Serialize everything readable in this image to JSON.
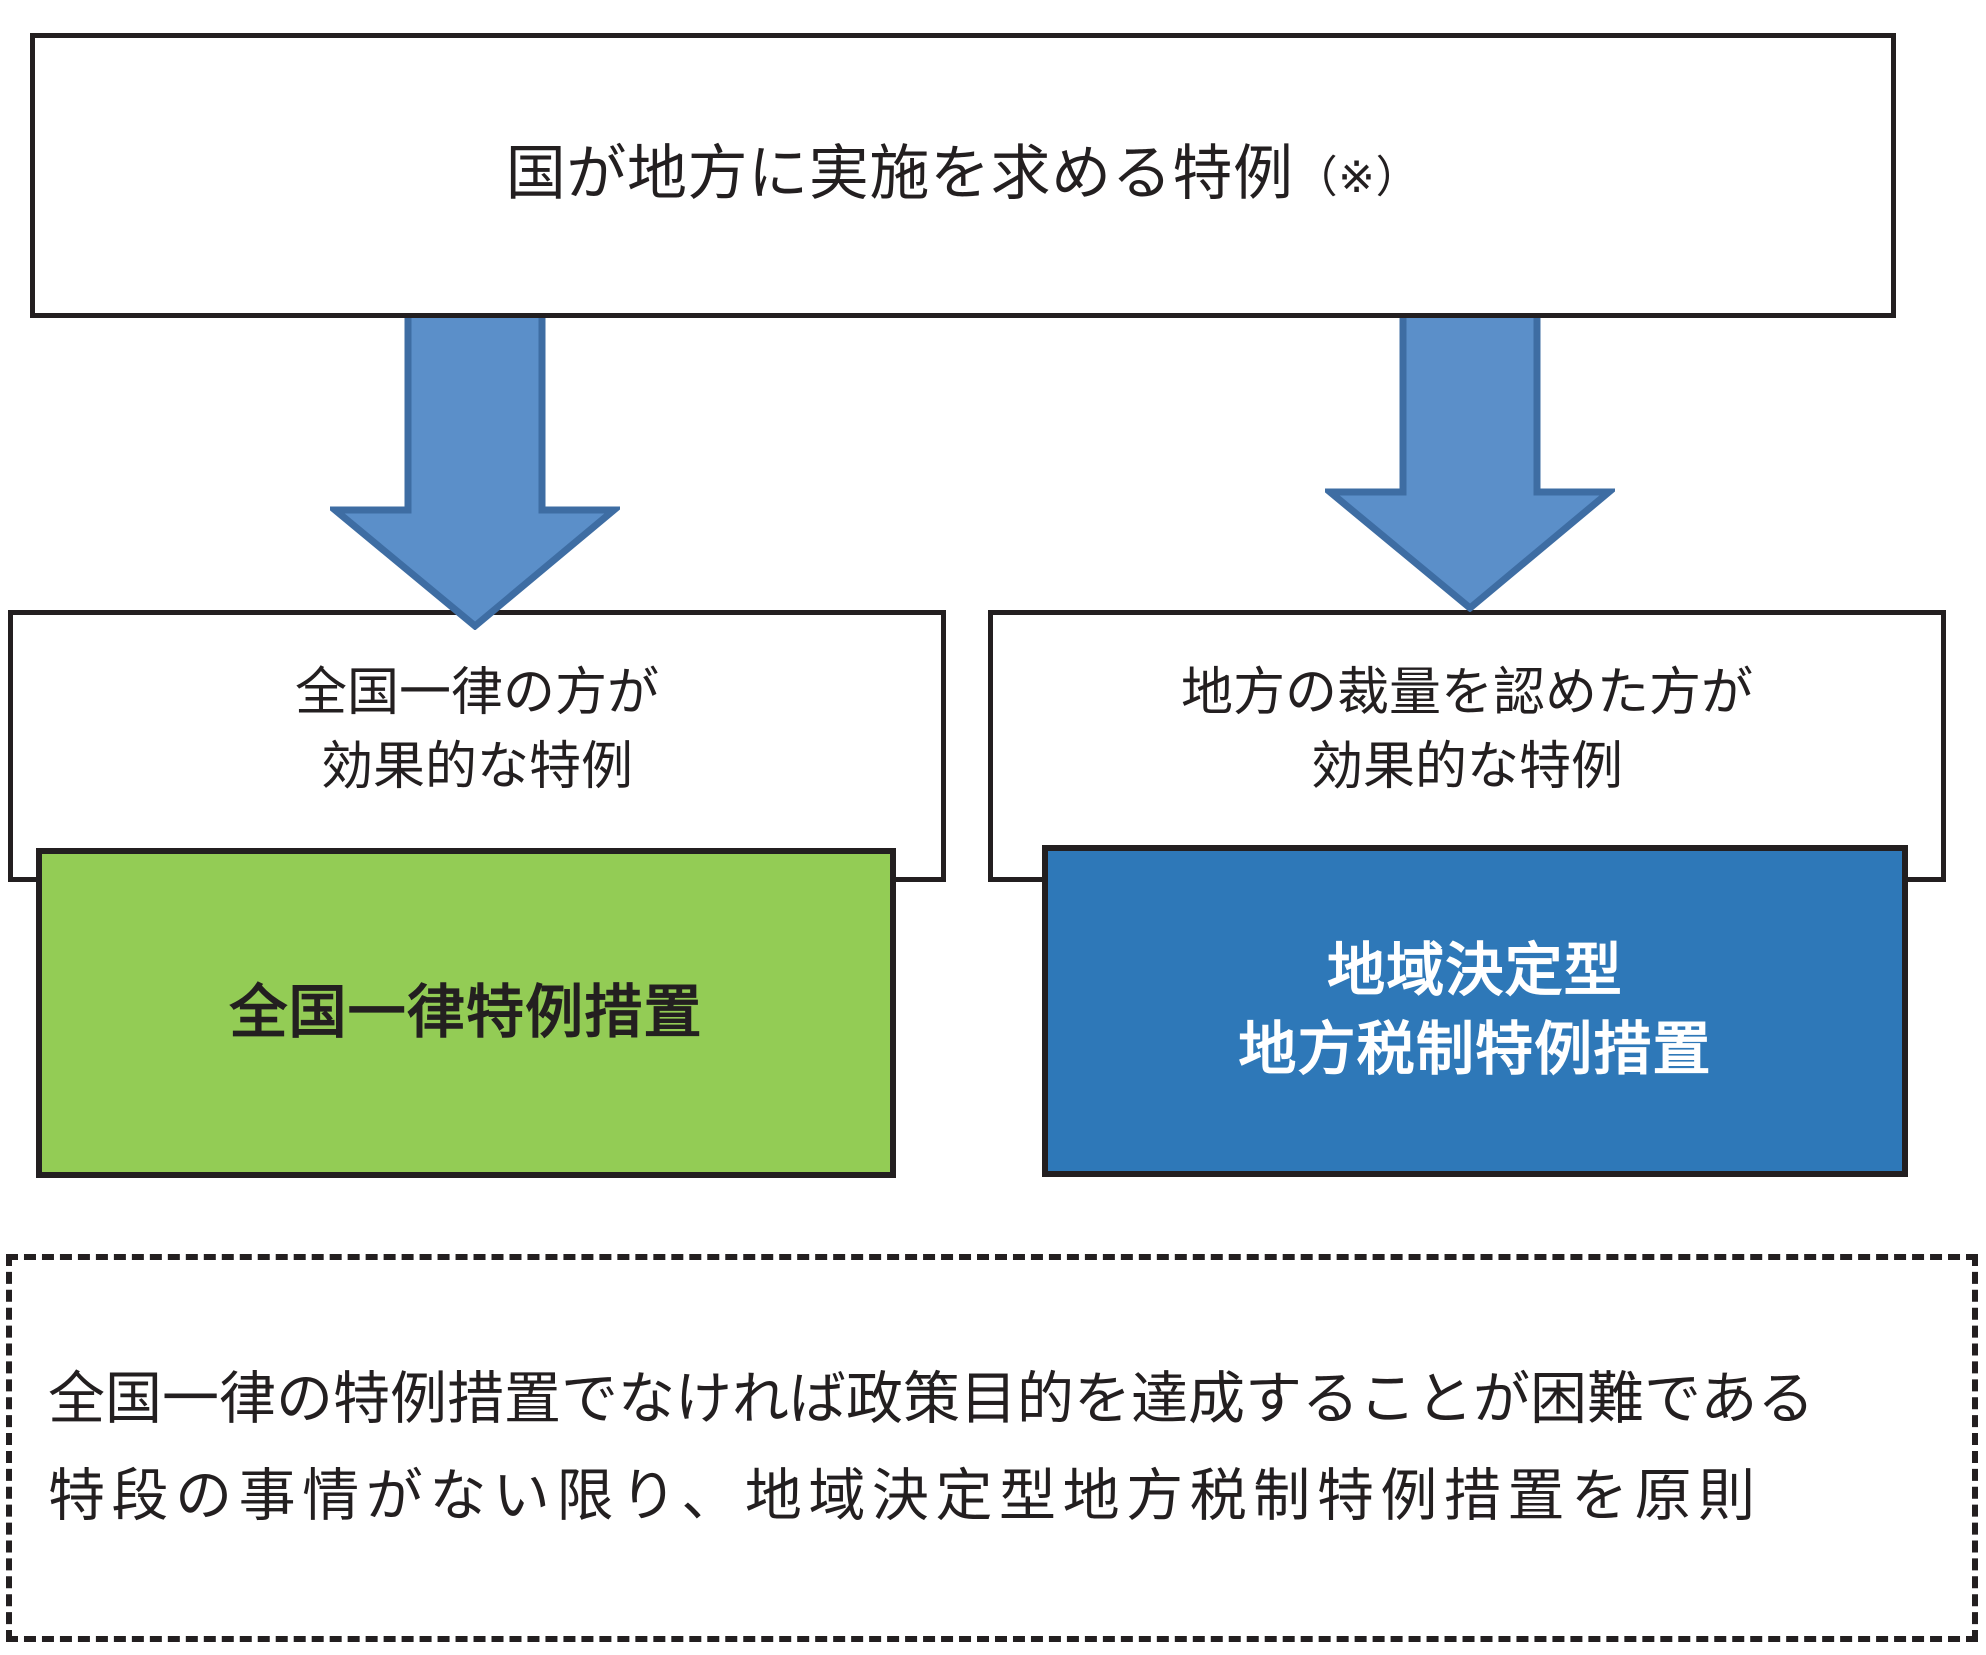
{
  "diagram": {
    "title_box": {
      "text": "国が地方に実施を求める特例",
      "note_marker": "（※）"
    },
    "branches": [
      {
        "condition_line1": "全国一律の方が",
        "condition_line2": "効果的な特例",
        "result_line1": "全国一律特例措置",
        "result_line2": "",
        "result_color": "#93CC55",
        "result_text_color": "#231f20",
        "arrow_name": "down-arrow-left"
      },
      {
        "condition_line1": "地方の裁量を認めた方が",
        "condition_line2": "効果的な特例",
        "result_line1": "地域決定型",
        "result_line2": "地方税制特例措置",
        "result_color": "#2E78B8",
        "result_text_color": "#ffffff",
        "arrow_name": "down-arrow-right"
      }
    ],
    "note_box": {
      "line1": "全国一律の特例措置でなければ政策目的を達成することが困難である",
      "line2": "特段の事情がない限り、地域決定型地方税制特例措置を原則"
    },
    "colors": {
      "outline": "#231f20",
      "arrow_fill": "#5B8FC9",
      "arrow_stroke": "#3E6DA3",
      "green": "#93CC55",
      "blue": "#2E78B8",
      "text": "#231f20"
    }
  }
}
